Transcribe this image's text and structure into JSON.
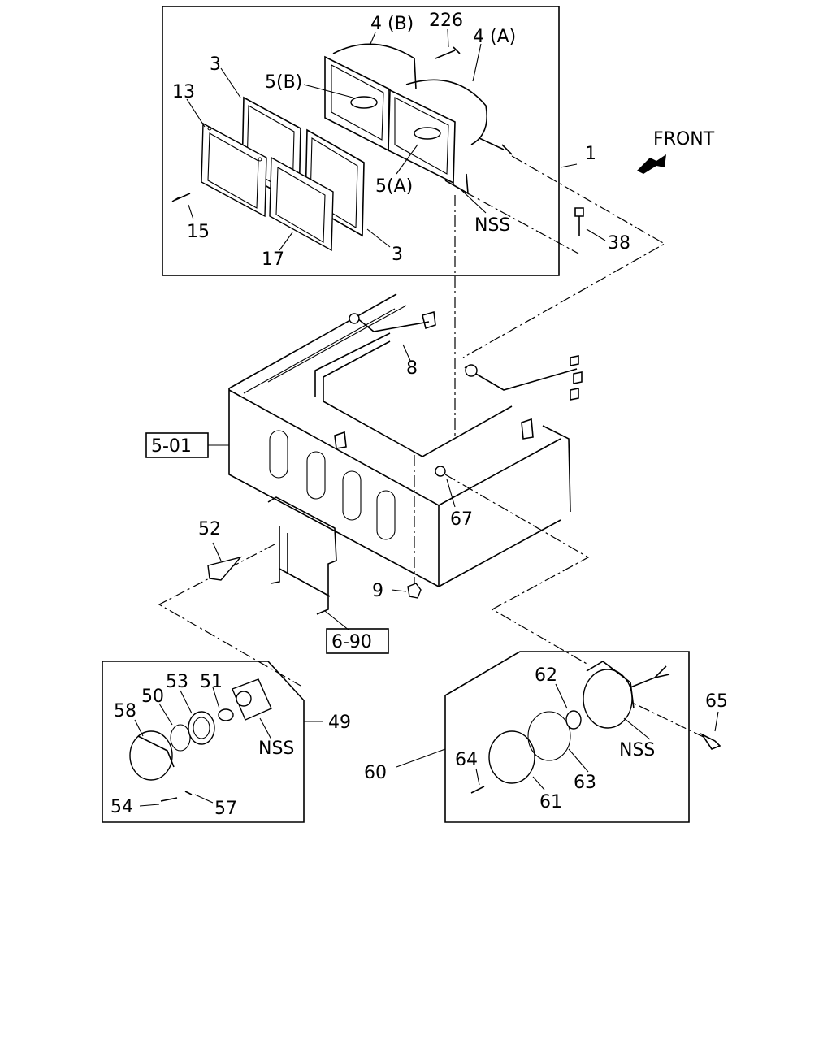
{
  "callouts": {
    "c1": "1",
    "c3a": "3",
    "c3b": "3",
    "c4b": "4 (B)",
    "c4a": "4 (A)",
    "c5b": "5(B)",
    "c5a": "5(A)",
    "c8": "8",
    "c9": "9",
    "c13": "13",
    "c15": "15",
    "c17": "17",
    "c38": "38",
    "c49": "49",
    "c50": "50",
    "c51": "51",
    "c52": "52",
    "c53": "53",
    "c54": "54",
    "c57": "57",
    "c58": "58",
    "c60": "60",
    "c61": "61",
    "c62": "62",
    "c63": "63",
    "c64": "64",
    "c65": "65",
    "c67": "67",
    "c226": "226",
    "nss_top": "NSS",
    "nss_left": "NSS",
    "nss_right": "NSS"
  },
  "references": {
    "ref_501": "5-01",
    "ref_690": "6-90"
  },
  "front_label": "FRONT"
}
